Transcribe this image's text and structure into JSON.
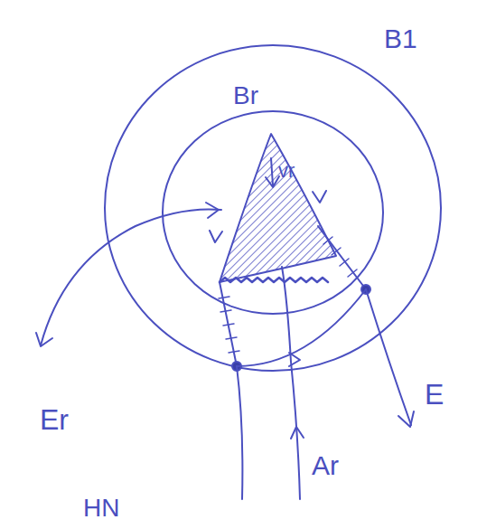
{
  "diagram": {
    "labels": [
      "B1",
      "Br",
      "vr",
      "Er",
      "E",
      "Ar",
      "HN"
    ]
  }
}
